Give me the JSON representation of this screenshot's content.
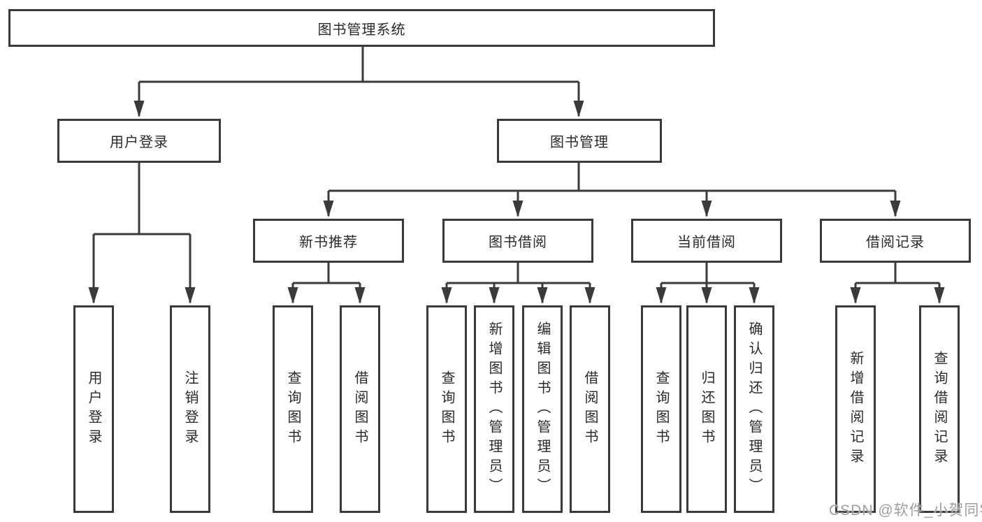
{
  "title": "图书管理系统",
  "watermark": {
    "text": "CSDN @软件_小贺同学"
  },
  "colors": {
    "line": "#3a3a3a",
    "box_border": "#3a3a3a",
    "box_bg": "#ffffff",
    "text": "#2a2a2a",
    "watermark": "#9e9e9e"
  },
  "tree": {
    "root": {
      "label": "图书管理系统"
    },
    "branches": [
      {
        "label": "用户登录",
        "children": [
          "用户登录",
          "注销登录"
        ]
      },
      {
        "label": "图书管理",
        "groups": [
          {
            "label": "新书推荐",
            "children": [
              "查询图书",
              "借阅图书"
            ]
          },
          {
            "label": "图书借阅",
            "children": [
              "查询图书",
              "新增图书（管理员）",
              "编辑图书（管理员）",
              "借阅图书"
            ]
          },
          {
            "label": "当前借阅",
            "children": [
              "查询图书",
              "归还图书",
              "确认归还（管理员）"
            ]
          },
          {
            "label": "借阅记录",
            "children": [
              "新增借阅记录",
              "查询借阅记录"
            ]
          }
        ]
      }
    ]
  }
}
